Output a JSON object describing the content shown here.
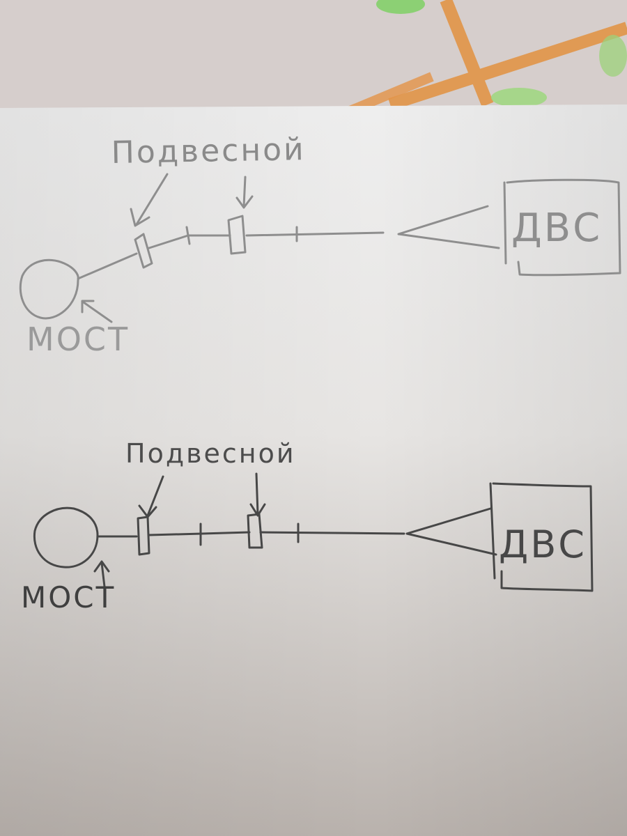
{
  "diagrams": [
    {
      "id": "top",
      "label_suspended": "Подвесной",
      "label_bridge": "МОСТ",
      "label_engine": "ДВС"
    },
    {
      "id": "bottom",
      "label_suspended": "Подвесной",
      "label_bridge": "МОСТ",
      "label_engine": "ДВС"
    }
  ],
  "colors": {
    "paper": "#ece9e6",
    "ink_top": "#8f8f8f",
    "ink_bottom": "#4a4a4a",
    "fabric": "#d8cfcd",
    "fabric_orange": "#e3913f",
    "fabric_green": "#8fd06a"
  }
}
